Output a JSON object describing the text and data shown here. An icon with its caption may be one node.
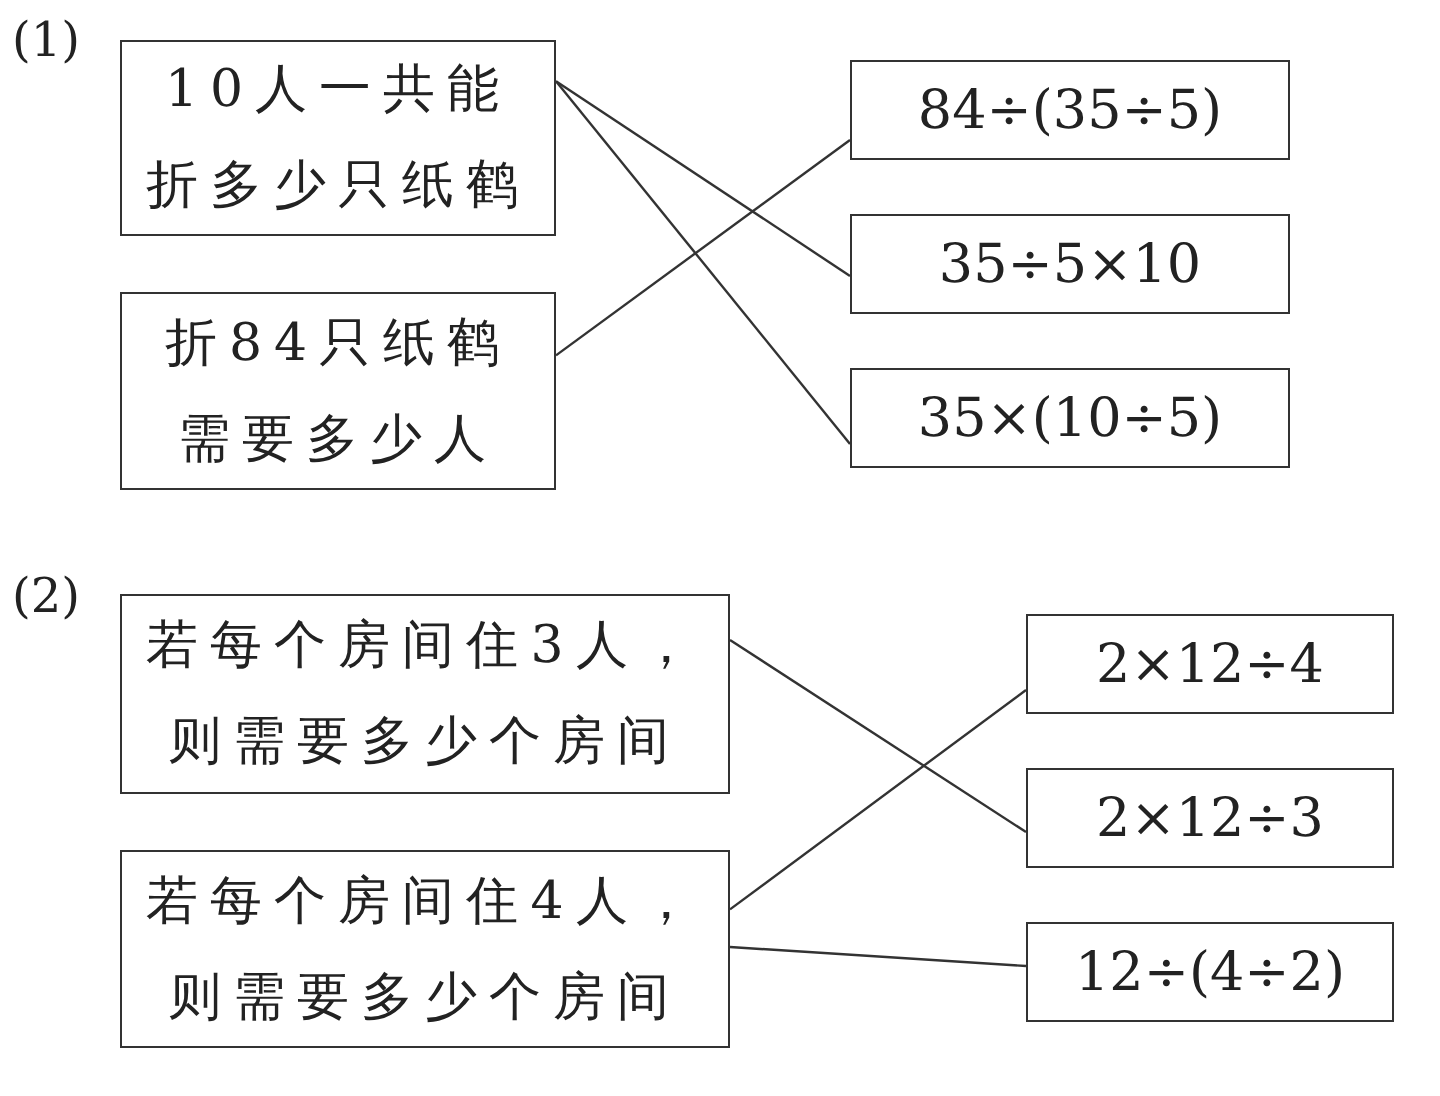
{
  "diagram": {
    "nodes": [
      {
        "text": [
          "10人一共能折多少只纸鹤"
        ]
      },
      {
        "text": [
          "折84只纸鹤需要多少人"
        ]
      },
      {
        "text": [
          "84÷(35÷5)"
        ]
      },
      {
        "text": [
          "35÷5×10"
        ]
      },
      {
        "text": [
          "35×(10÷5)"
        ]
      },
      {
        "text": [
          "若每个房间住3人，则需要多少个房间"
        ]
      },
      {
        "text": [
          "若每个房间住4人，则需要多少个房间"
        ]
      },
      {
        "text": [
          "2×12÷4"
        ]
      },
      {
        "text": [
          "2×12÷3"
        ]
      },
      {
        "text": [
          "12÷(4÷2)"
        ]
      }
    ],
    "edges": [
      {
        "from": 0,
        "to": 3,
        "arrow": "none"
      },
      {
        "from": 0,
        "to": 4,
        "arrow": "none"
      },
      {
        "from": 1,
        "to": 2,
        "arrow": "none"
      },
      {
        "from": 5,
        "to": 8,
        "arrow": "none"
      },
      {
        "from": 6,
        "to": 7,
        "arrow": "none"
      },
      {
        "from": 6,
        "to": 9,
        "arrow": "none"
      }
    ],
    "labels": [
      "(1)",
      "(2)"
    ]
  }
}
